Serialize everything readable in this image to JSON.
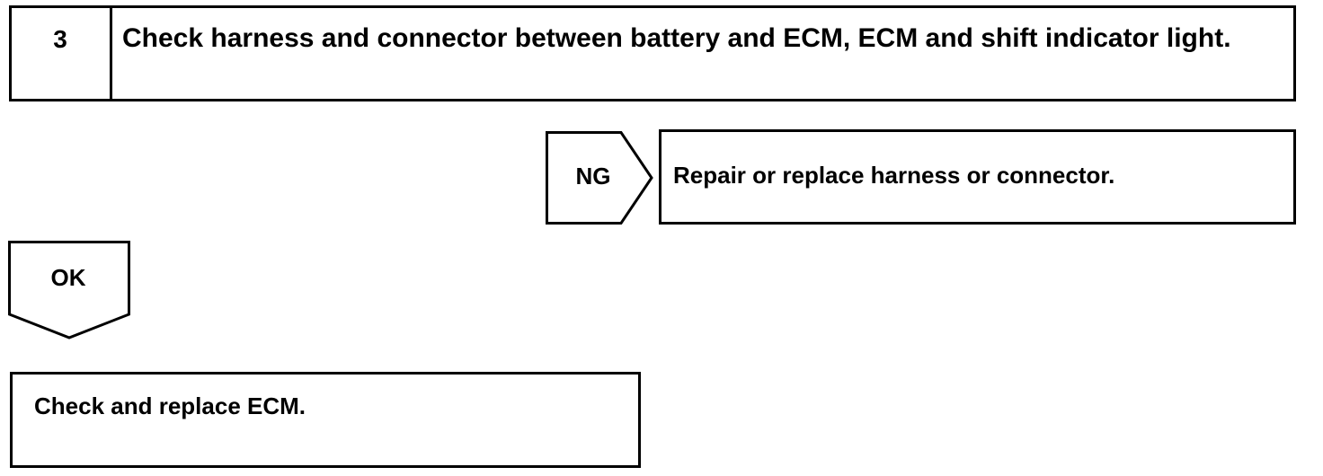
{
  "step": {
    "number": "3",
    "title": "Check harness and connector between battery and ECM, ECM and shift indicator light."
  },
  "ng_branch": {
    "label": "NG",
    "action": "Repair or replace harness or connector."
  },
  "ok_branch": {
    "label": "OK"
  },
  "next_step": {
    "action": "Check and replace ECM."
  }
}
